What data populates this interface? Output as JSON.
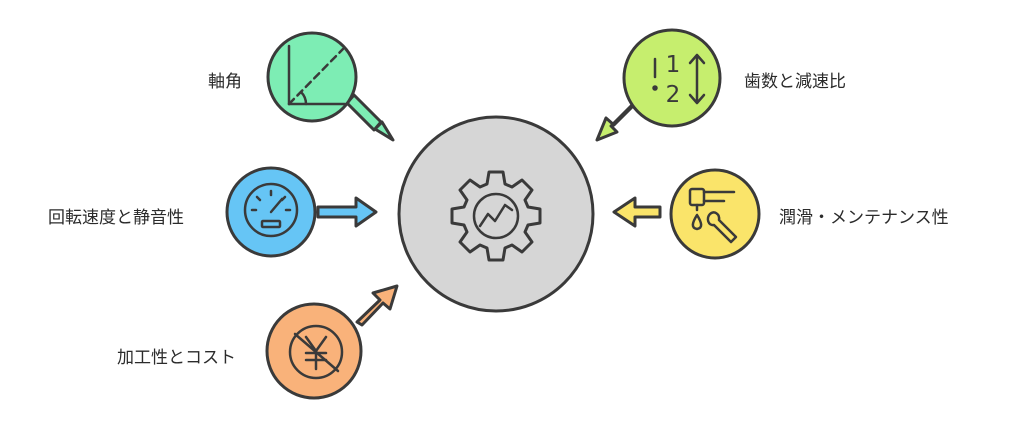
{
  "factors": [
    {
      "id": "shaft-angle",
      "label": "軸角",
      "color": "#7dedb4",
      "icon": "angle-icon"
    },
    {
      "id": "rotation-speed",
      "label": "回転速度と静音性",
      "color": "#66c5f5",
      "icon": "speedometer-icon"
    },
    {
      "id": "cost",
      "label": "加工性とコスト",
      "color": "#f9b27a",
      "icon": "yen-coin-icon"
    },
    {
      "id": "gear-ratio",
      "label": "歯数と減速比",
      "color": "#c6ee6e",
      "icon": "ratio-icon"
    },
    {
      "id": "lubrication",
      "label": "潤滑・メンテナンス性",
      "color": "#fae46a",
      "icon": "oil-wrench-icon"
    }
  ],
  "center": {
    "color": "#d6d6d6",
    "icon": "gear-chart-icon"
  },
  "stroke": "#3a3a3a"
}
